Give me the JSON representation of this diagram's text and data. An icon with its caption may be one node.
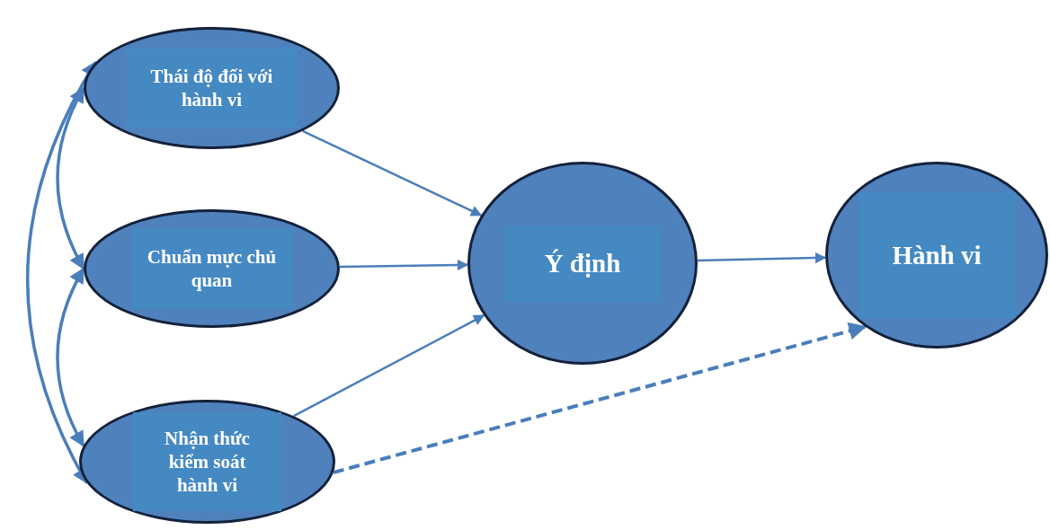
{
  "diagram": {
    "nodes": [
      {
        "text": [
          "Thái độ đối với hành vi"
        ]
      },
      {
        "text": [
          "Chuẩn mực chủ quan"
        ]
      },
      {
        "text": [
          "Nhận thức kiểm soát hành vi"
        ]
      },
      {
        "text": [
          "Ý định"
        ]
      },
      {
        "text": [
          "Hành vi"
        ]
      }
    ],
    "edges": [
      {
        "from": 0,
        "to": 3,
        "arrow": "to"
      },
      {
        "from": 1,
        "to": 3,
        "arrow": "to"
      },
      {
        "from": 2,
        "to": 3,
        "arrow": "to"
      },
      {
        "from": 3,
        "to": 4,
        "arrow": "to"
      },
      {
        "from": 2,
        "to": 4,
        "arrow": "to",
        "style": "dashed"
      },
      {
        "from": 0,
        "to": 2,
        "arrow": "both"
      },
      {
        "from": 0,
        "to": 1,
        "arrow": "both"
      },
      {
        "from": 1,
        "to": 2,
        "arrow": "both"
      }
    ]
  }
}
